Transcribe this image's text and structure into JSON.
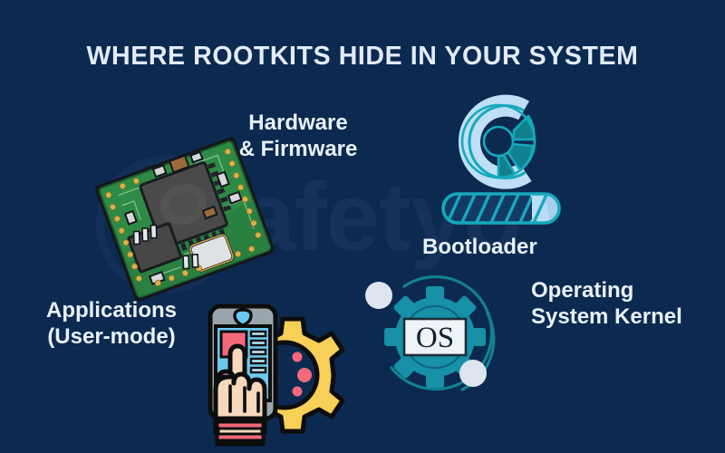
{
  "page": {
    "title": "WHERE ROOTKITS HIDE IN YOUR SYSTEM",
    "background_color": "#0c2a50",
    "title_color": "#e2ecf8",
    "label_color": "#e9f1fa"
  },
  "watermark": {
    "text": "Safetyo",
    "color": "#16325a",
    "logo_shape": "circle-ring"
  },
  "layers": [
    {
      "id": "hardware",
      "label": "Hardware\n& Firmware",
      "label_line1": "Hardware",
      "label_line2": "& Firmware",
      "icon": "circuit-board-icon",
      "icon_colors": {
        "board": "#2e8b45",
        "board_dark": "#1f6b33",
        "chip": "#4a4a4a",
        "outline": "#14171c",
        "pads": "#d8b24a"
      }
    },
    {
      "id": "bootloader",
      "label": "Bootloader",
      "label_line1": "Bootloader",
      "label_line2": "",
      "icon": "progress-bar-icon",
      "icon_colors": {
        "track": "#14a3b8",
        "stripe": "#1d4f7a",
        "fill": "#b9dcf7"
      }
    },
    {
      "id": "os-kernel",
      "label": "Operating\nSystem Kernel",
      "label_line1": "Operating",
      "label_line2": "System Kernel",
      "icon": "os-gear-icon",
      "icon_text": "OS",
      "icon_colors": {
        "gear": "#1790a8",
        "plate": "#eef3f8",
        "dot": "#dde5ee",
        "arc": "#14818f"
      }
    },
    {
      "id": "applications",
      "label": "Applications\n(User-mode)",
      "label_line1": "Applications",
      "label_line2": "(User-mode)",
      "icon": "app-phone-hand-icon",
      "icon_colors": {
        "gear": "#f8cf57",
        "screen": "#6cc9f0",
        "accent": "#f2697a",
        "skin": "#f6d9bd",
        "bezel": "#9aa5ad",
        "outline": "#0d0d0d"
      }
    },
    {
      "id": "donut",
      "label": "",
      "icon": "donut-chart-icon",
      "icon_colors": {
        "main_arc": "#bedff5",
        "segment_a": "#11808f",
        "segment_b": "#11808f",
        "stroke": "#14a3b8"
      }
    }
  ]
}
